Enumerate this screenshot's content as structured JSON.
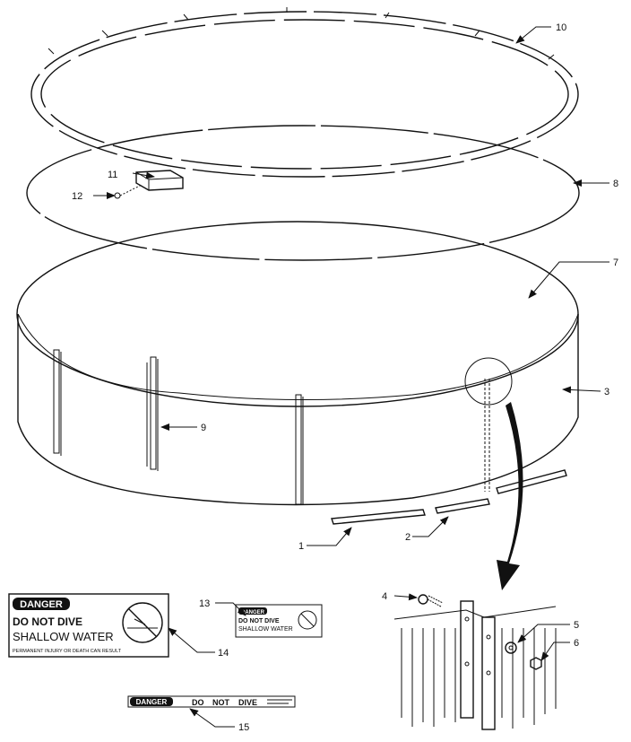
{
  "callouts": {
    "c1": "1",
    "c2": "2",
    "c3": "3",
    "c4": "4",
    "c5": "5",
    "c6": "6",
    "c7": "7",
    "c8": "8",
    "c9": "9",
    "c10": "10",
    "c11": "11",
    "c12": "12",
    "c13": "13",
    "c14": "14",
    "c15": "15"
  },
  "signs": {
    "large": {
      "header": "DANGER",
      "line1": "DO NOT DIVE",
      "line2": "SHALLOW WATER",
      "line3": "PERMANENT INJURY OR DEATH CAN RESULT"
    },
    "small": {
      "header": "DANGER",
      "line1": "DO NOT DIVE",
      "line2": "SHALLOW WATER"
    },
    "strip": {
      "header": "DANGER",
      "word1": "DO",
      "word2": "NOT",
      "word3": "DIVE"
    }
  }
}
